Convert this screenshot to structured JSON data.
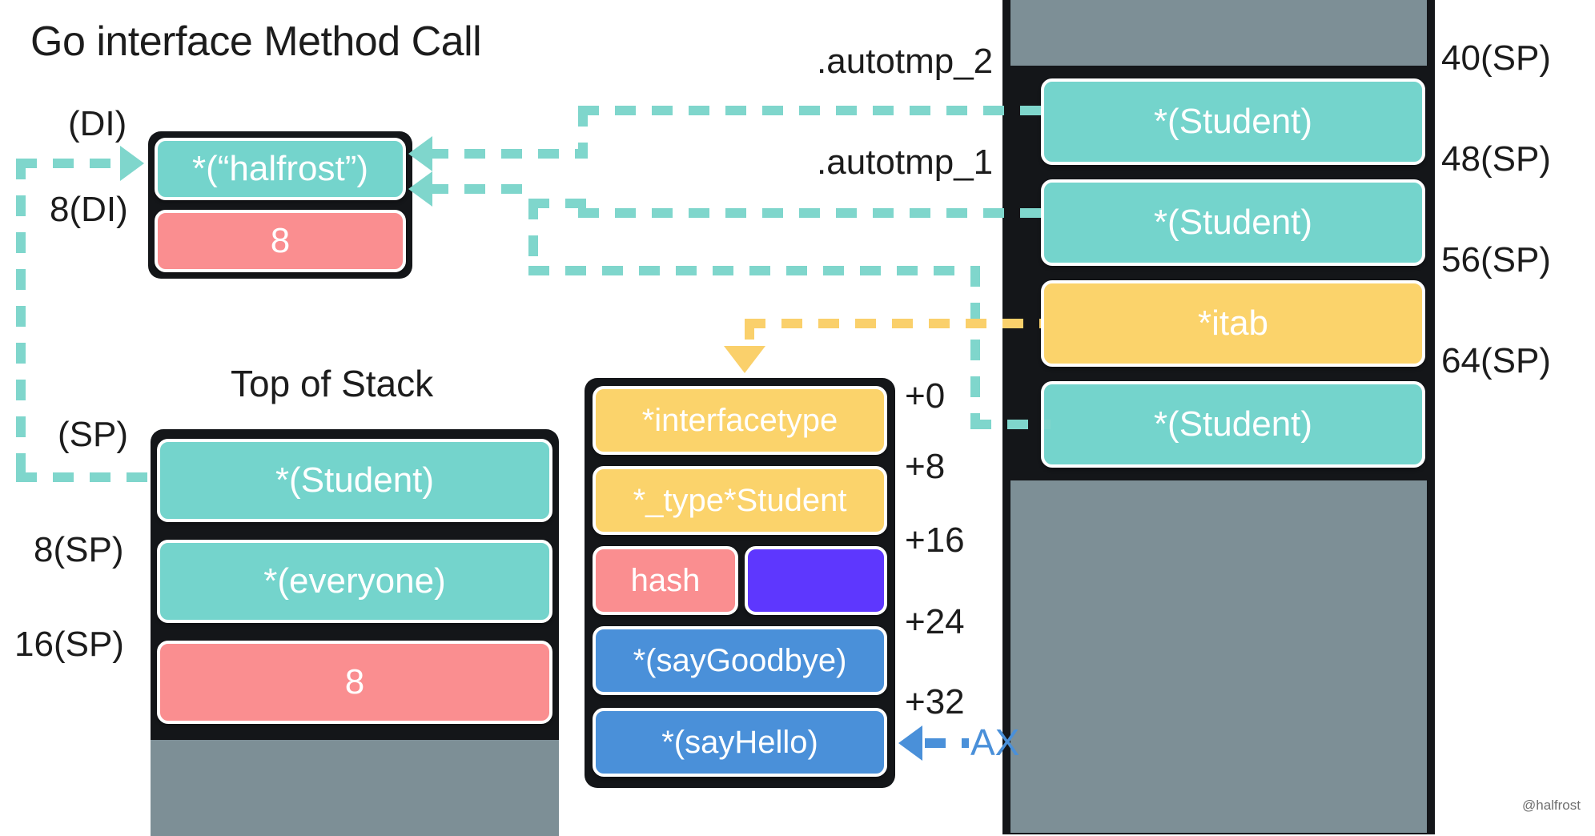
{
  "title": "Go interface Method Call",
  "watermark": "@halfrost",
  "colors": {
    "teal": "#74D4CC",
    "pink": "#FA8E90",
    "yellow": "#FBD36B",
    "blue": "#4A90D9",
    "purple": "#5E37FE",
    "gray": "#7D8F96",
    "frame": "#141619",
    "text_dark": "#1c1c1c"
  },
  "di_block": {
    "label_top": "(DI)",
    "label_bottom": "8(DI)",
    "cells": [
      {
        "text": "*(“halfrost”)",
        "color": "teal"
      },
      {
        "text": "8",
        "color": "pink"
      }
    ]
  },
  "left_stack": {
    "heading": "Top of Stack",
    "labels": [
      "(SP)",
      "8(SP)",
      "16(SP)"
    ],
    "cells": [
      {
        "text": "*(Student)",
        "color": "teal"
      },
      {
        "text": "*(everyone)",
        "color": "teal"
      },
      {
        "text": "8",
        "color": "pink"
      },
      {
        "text": "",
        "color": "gray"
      }
    ]
  },
  "itab": {
    "offsets": [
      "+0",
      "+8",
      "+16",
      "+24",
      "+32"
    ],
    "rows": [
      {
        "text": "*interfacetype",
        "color": "yellow"
      },
      {
        "text": "*_type*Student",
        "color": "yellow"
      },
      {
        "text": "hash",
        "color": "pink",
        "second": {
          "text": "",
          "color": "purple"
        }
      },
      {
        "text": "*(sayGoodbye)",
        "color": "blue"
      },
      {
        "text": "*(sayHello)",
        "color": "blue"
      }
    ],
    "register": "AX"
  },
  "right_stack": {
    "labels": [
      "40(SP)",
      "48(SP)",
      "56(SP)",
      "64(SP)"
    ],
    "temp_labels": [
      ".autotmp_2",
      ".autotmp_1"
    ],
    "cells": [
      {
        "text": "",
        "color": "gray"
      },
      {
        "text": "*(Student)",
        "color": "teal"
      },
      {
        "text": "*(Student)",
        "color": "teal"
      },
      {
        "text": "*itab",
        "color": "yellow"
      },
      {
        "text": "*(Student)",
        "color": "teal"
      },
      {
        "text": "",
        "color": "gray"
      }
    ]
  }
}
